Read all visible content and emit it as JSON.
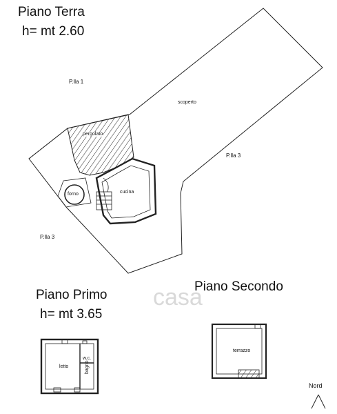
{
  "titles": {
    "ground_floor": "Piano Terra",
    "ground_floor_height": "h= mt 2.60",
    "first_floor": "Piano Primo",
    "first_floor_height": "h= mt 3.65",
    "second_floor": "Piano Secondo"
  },
  "parcels": {
    "p1": "P.lla 1",
    "p3_right": "P.lla 3",
    "p3_left": "P.lla 3"
  },
  "rooms": {
    "scoperto": "scoperto",
    "pergolato": "pergolato",
    "forno": "forno",
    "cucina": "cucina",
    "letto": "letto",
    "wc": "w.c.",
    "bagno": "bagno",
    "terrazzo": "terrazzo"
  },
  "north_label": "Nord",
  "watermark": "casa"
}
